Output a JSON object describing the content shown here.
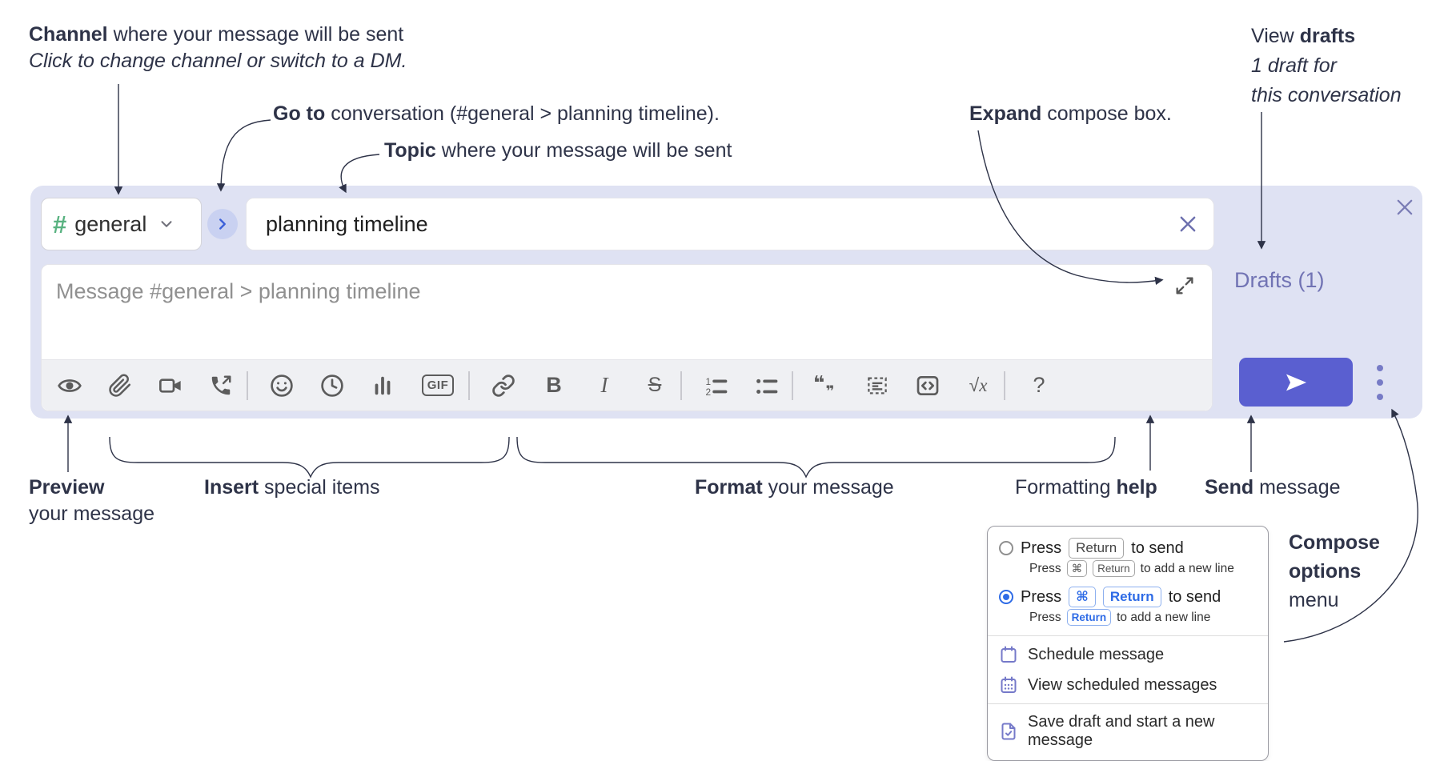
{
  "colors": {
    "accent": "#5a5fd0",
    "container": "#dfe2f3",
    "hash_green": "#58b280",
    "link_blue": "#2e6be6",
    "menu_icon_purple": "#7579c9",
    "drafts_link": "#7173b4",
    "annotation_ink": "#2e3348"
  },
  "annotations": {
    "channel": {
      "bold": "Channel",
      "rest": " where your message will be sent",
      "line2": "Click to change channel or switch to a DM."
    },
    "goto": {
      "bold": "Go to",
      "rest": " conversation (#general > planning timeline)."
    },
    "topic": {
      "bold": "Topic",
      "rest": " where your message will be sent"
    },
    "expand": {
      "bold": "Expand",
      "rest": " compose box."
    },
    "drafts": {
      "pre": "View ",
      "bold": "drafts",
      "line2": "1 draft for",
      "line3": "this conversation"
    },
    "preview": {
      "bold": "Preview",
      "line2": "your message"
    },
    "insert": {
      "bold": "Insert",
      "rest": " special items"
    },
    "format": {
      "bold": "Format",
      "rest": " your message"
    },
    "fmt_help": {
      "pre": "Formatting ",
      "bold": "help"
    },
    "send": {
      "bold": "Send",
      "rest": " message"
    },
    "compose_menu": {
      "bold1": "Compose",
      "bold2": "options",
      "rest": "menu"
    }
  },
  "composer": {
    "channel_hash": "#",
    "channel_name": "general",
    "topic_value": "planning timeline",
    "message_placeholder": "Message #general > planning timeline",
    "drafts_label": "Drafts (1)",
    "toolbar_icons": [
      "preview-eye",
      "attach-paperclip",
      "video-camera",
      "call-phone",
      "emoji-smiley",
      "schedule-clock",
      "poll-bar-chart",
      "gif-picker",
      "insert-link",
      "bold",
      "italic",
      "strikethrough",
      "numbered-list",
      "bulleted-list",
      "quote-block",
      "text-box",
      "code-snippet",
      "math-formula",
      "formatting-help"
    ],
    "glyphs": {
      "gif": "GIF",
      "bold": "B",
      "italic": "I",
      "strike": "S",
      "radical": "√",
      "x": "x",
      "help": "?"
    }
  },
  "menu": {
    "opt1": {
      "press": "Press",
      "key": "Return",
      "suffix": "to send",
      "sub_press": "Press",
      "sub_key1": "⌘",
      "sub_key2": "Return",
      "sub_rest": "to add a new line"
    },
    "opt2": {
      "press": "Press",
      "key1": "⌘",
      "key2": "Return",
      "suffix": "to send",
      "sub_press": "Press",
      "sub_key": "Return",
      "sub_rest": "to add a new line"
    },
    "items": {
      "schedule": "Schedule message",
      "view_scheduled": "View scheduled messages",
      "save_draft": "Save draft and start a new message"
    }
  }
}
